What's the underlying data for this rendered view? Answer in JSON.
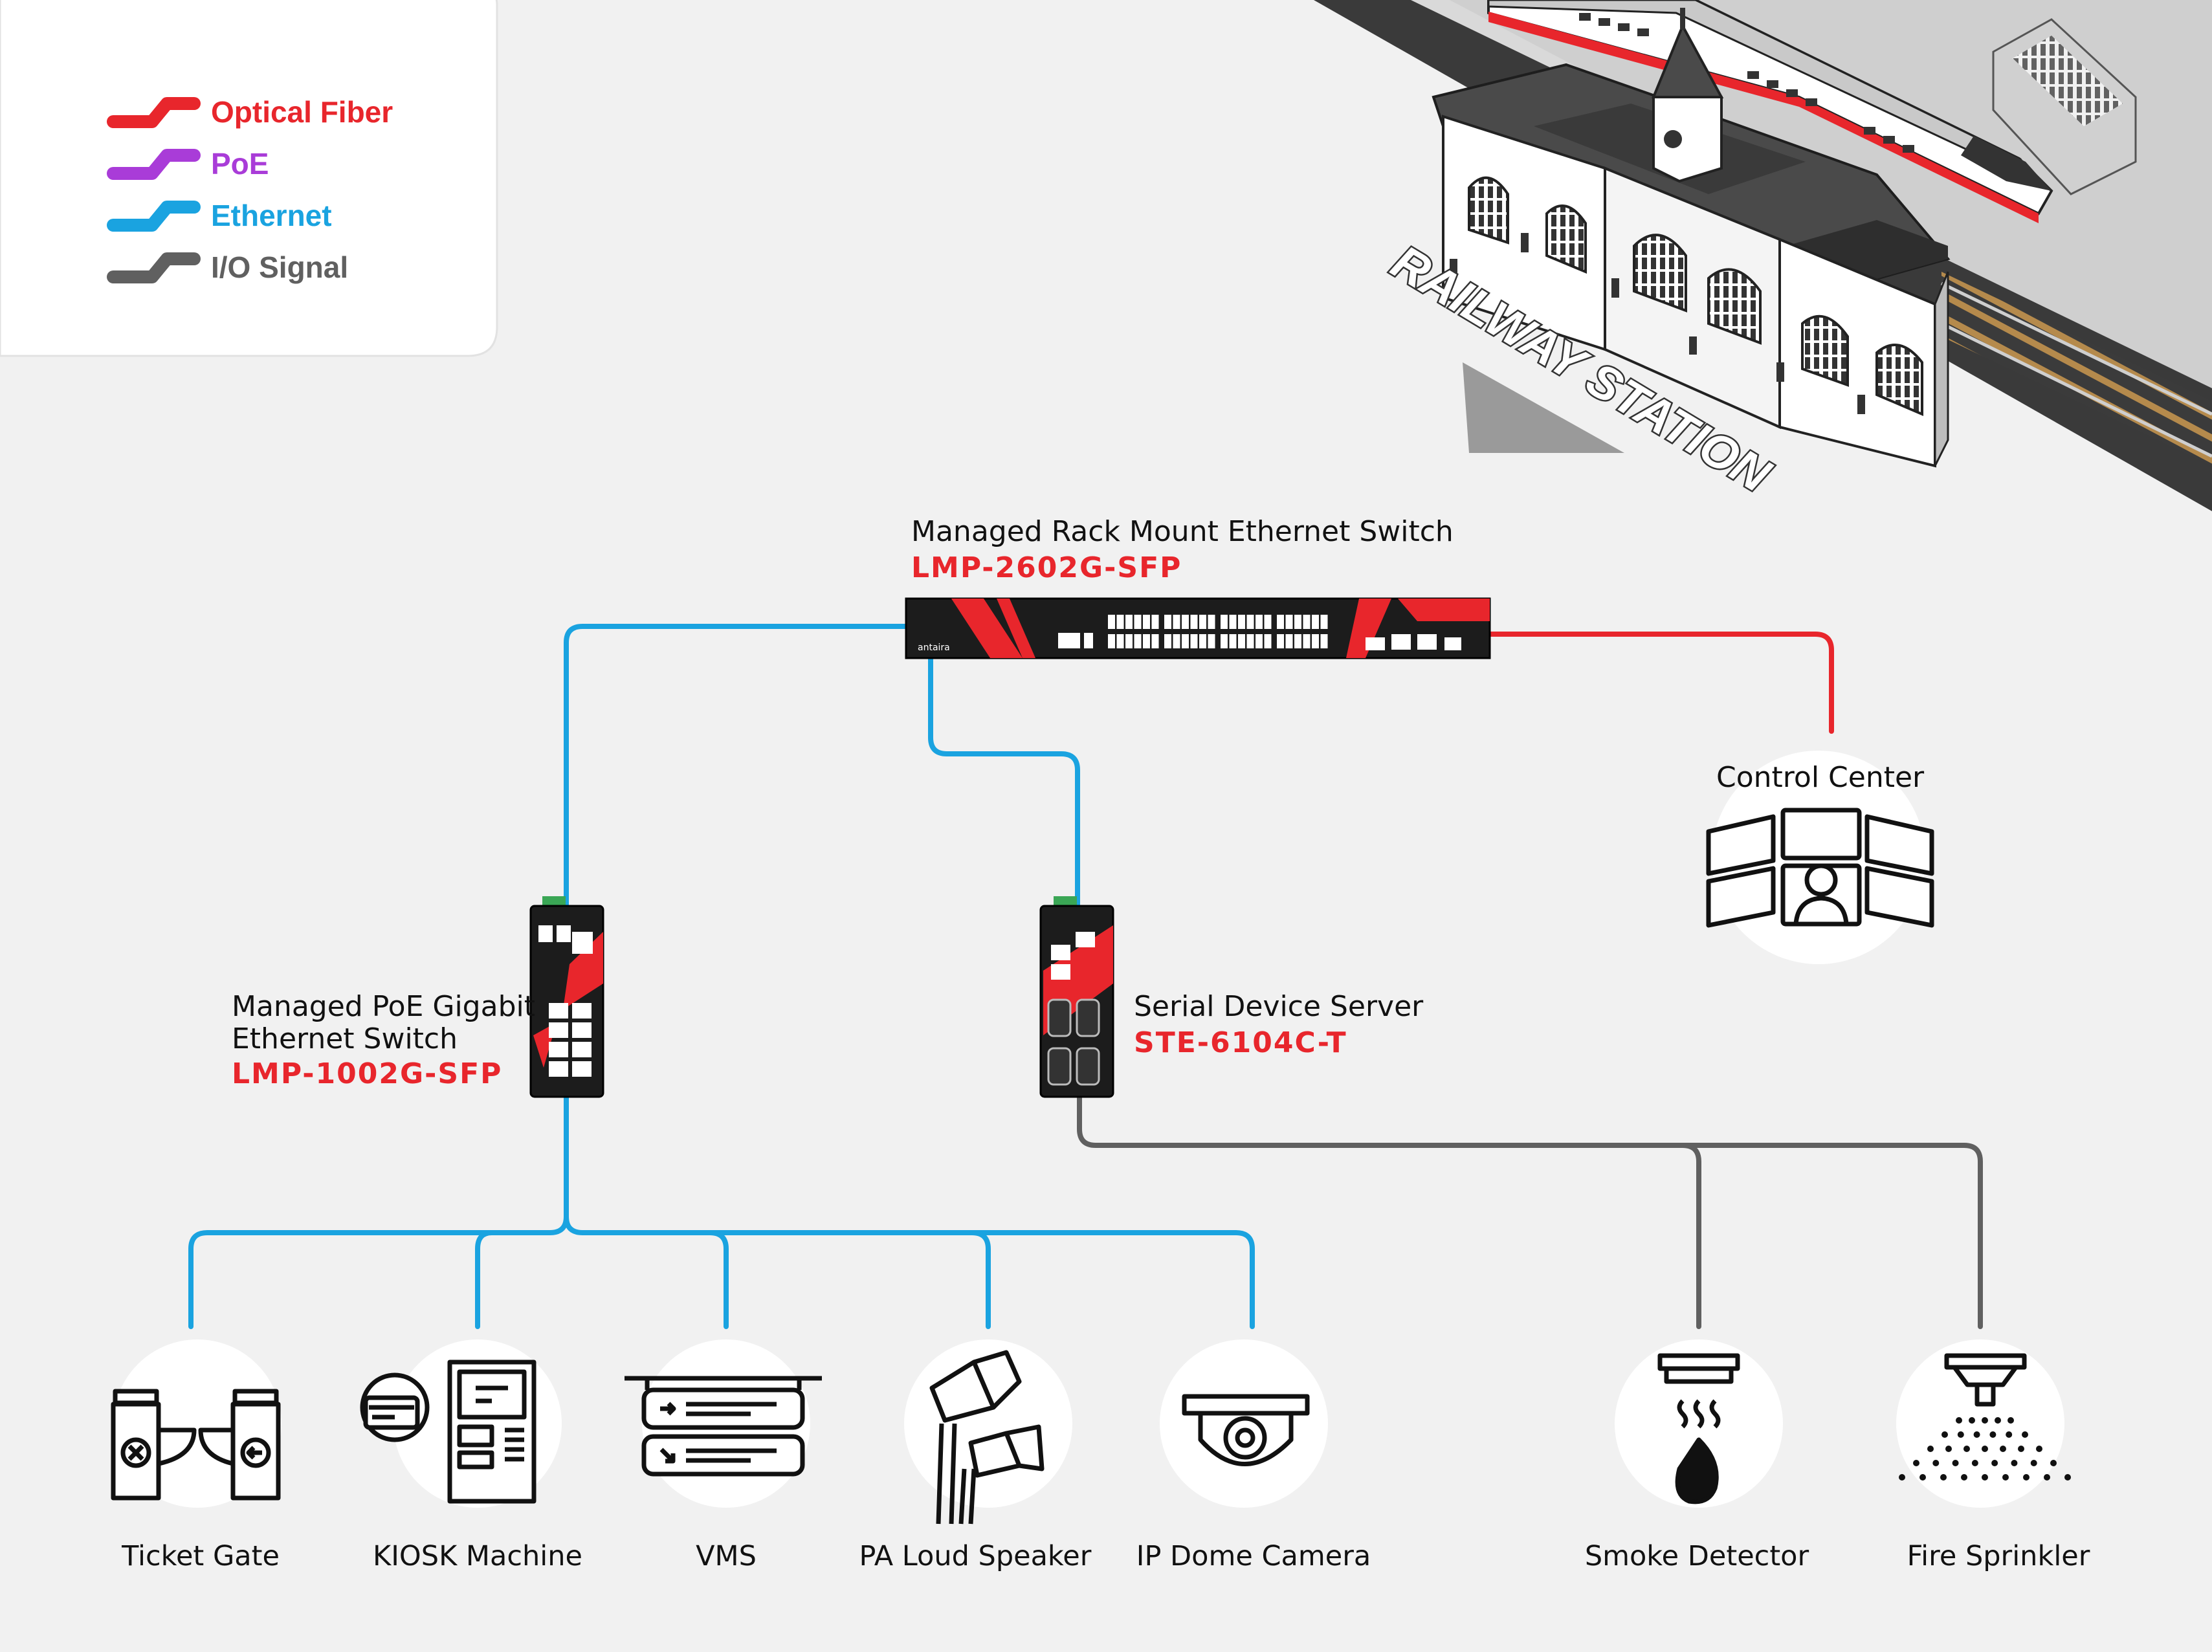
{
  "legend": {
    "items": [
      {
        "label": "Optical Fiber",
        "color": "#e8262c"
      },
      {
        "label": "PoE",
        "color": "#a93cd8"
      },
      {
        "label": "Ethernet",
        "color": "#1aa3e0"
      },
      {
        "label": "I/O Signal",
        "color": "#606060"
      }
    ]
  },
  "scene": {
    "label": "RAILWAY STATION"
  },
  "rack_switch": {
    "title": "Managed Rack Mount Ethernet Switch",
    "model": "LMP-2602G-SFP",
    "brand": "antaira"
  },
  "poe_switch": {
    "title_line1": "Managed PoE Gigabit",
    "title_line2": "Ethernet Switch",
    "model": "LMP-1002G-SFP"
  },
  "serial_server": {
    "title": "Serial Device Server",
    "model": "STE-6104C-T"
  },
  "control_center": {
    "title": "Control Center"
  },
  "devices": [
    {
      "label": "Ticket Gate",
      "icon": "ticket-gate-icon"
    },
    {
      "label": "KIOSK Machine",
      "icon": "kiosk-icon"
    },
    {
      "label": "VMS",
      "icon": "vms-sign-icon"
    },
    {
      "label": "PA Loud Speaker",
      "icon": "megaphone-icon"
    },
    {
      "label": "IP Dome Camera",
      "icon": "dome-camera-icon"
    },
    {
      "label": "Smoke Detector",
      "icon": "smoke-detector-icon"
    },
    {
      "label": "Fire Sprinkler",
      "icon": "sprinkler-icon"
    }
  ]
}
